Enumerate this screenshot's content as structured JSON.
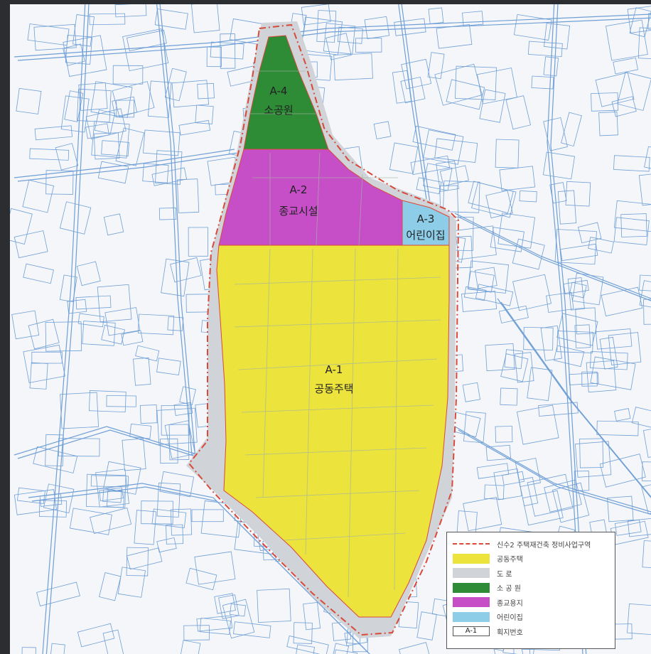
{
  "zones": [
    {
      "id": "A-4",
      "code": "A-4",
      "use": "소공원",
      "color": "#2e8b36"
    },
    {
      "id": "A-2",
      "code": "A-2",
      "use": "종교시설",
      "color": "#c64fc8"
    },
    {
      "id": "A-3",
      "code": "A-3",
      "use": "어린이집",
      "color": "#8ecde8"
    },
    {
      "id": "A-1",
      "code": "A-1",
      "use": "공동주택",
      "color": "#ece33c"
    }
  ],
  "road_color": "#d0d3d8",
  "boundary_color": "#d94a3a",
  "parcel_line_color": "#6f9fd6",
  "legend": {
    "items": [
      {
        "type": "boundary",
        "label": "신수2 주택재건축 정비사업구역",
        "color": "#d94a3a"
      },
      {
        "type": "fill",
        "label": "공동주택",
        "color": "#ece33c"
      },
      {
        "type": "fill",
        "label": "도  로",
        "color": "#d0d3d8"
      },
      {
        "type": "fill",
        "label": "소 공 원",
        "color": "#2e8b36"
      },
      {
        "type": "fill",
        "label": "종교용지",
        "color": "#c64fc8"
      },
      {
        "type": "fill",
        "label": "어린이집",
        "color": "#8ecde8"
      },
      {
        "type": "code",
        "code": "A-1",
        "label": "획지번호"
      }
    ]
  }
}
